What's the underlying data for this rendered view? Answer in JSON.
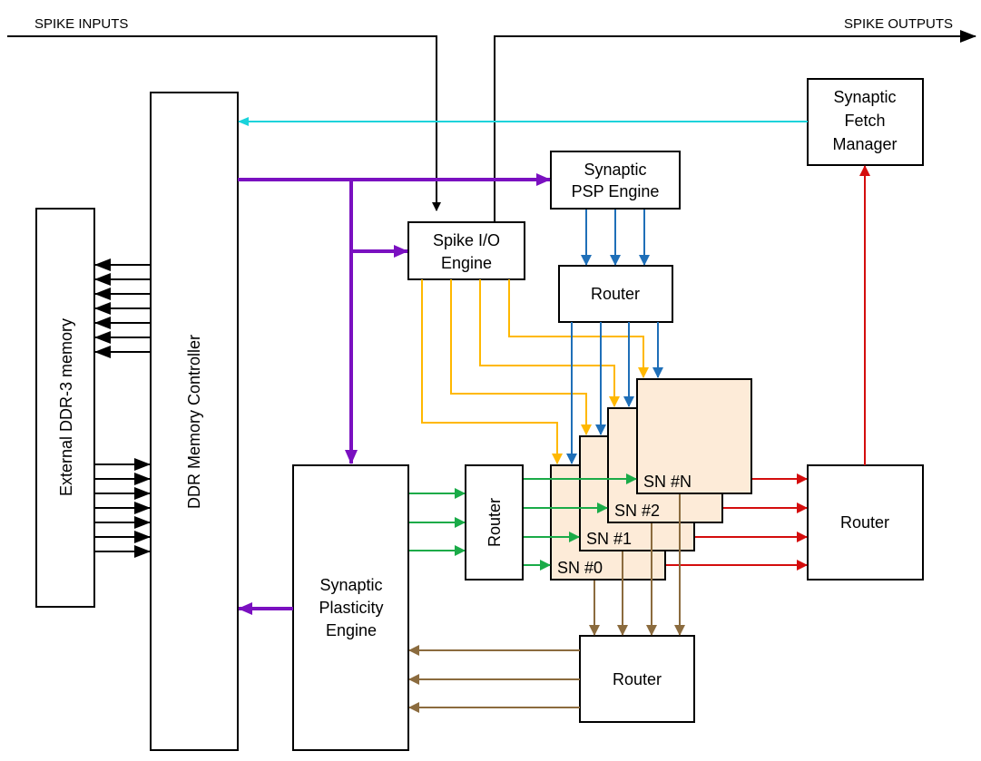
{
  "io": {
    "inputs": "SPIKE INPUTS",
    "outputs": "SPIKE OUTPUTS"
  },
  "blocks": {
    "ext_mem": "External DDR-3 memory",
    "ddr_ctrl": "DDR Memory Controller",
    "fetch_mgr": [
      "Synaptic",
      "Fetch",
      "Manager"
    ],
    "psp_engine": [
      "Synaptic",
      "PSP Engine"
    ],
    "spike_io": [
      "Spike I/O",
      "Engine"
    ],
    "router_top": "Router",
    "plasticity": [
      "Synaptic",
      "Plasticity",
      "Engine"
    ],
    "router_left": "Router",
    "router_right": "Router",
    "router_bottom": "Router"
  },
  "sn_stack": [
    "SN #0",
    "SN #1",
    "SN #2",
    "SN #N"
  ],
  "colors": {
    "black": "#000000",
    "cyan": "#19d3db",
    "purple": "#7a10c0",
    "orange": "#ffb800",
    "blue": "#1f6fb8",
    "green": "#1aab48",
    "red": "#d40d0d",
    "brown": "#8b6b3e",
    "sn_fill": "#fdebd8"
  }
}
